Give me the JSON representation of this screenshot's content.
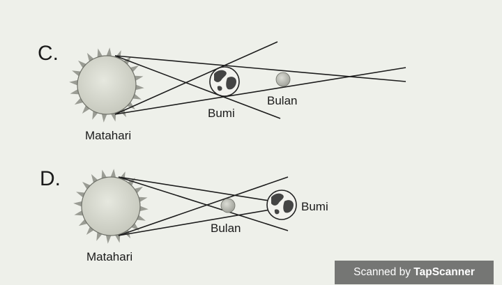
{
  "panels": [
    {
      "option_label": "C.",
      "sun_label": "Matahari",
      "earth_label": "Bumi",
      "moon_label": "Bulan"
    },
    {
      "option_label": "D.",
      "sun_label": "Matahari",
      "moon_label": "Bulan",
      "earth_label": "Bumi"
    }
  ],
  "watermark": {
    "prefix": "Scanned by",
    "brand": "TapScanner"
  },
  "colors": {
    "background": "#eef0ea",
    "sun_fill": "#d6d8ce",
    "sun_rays": "#9a9c94",
    "ocean": "#f2f2ee",
    "land": "#444444",
    "moon": "#b9bbb3",
    "line": "#1c1c1c"
  }
}
